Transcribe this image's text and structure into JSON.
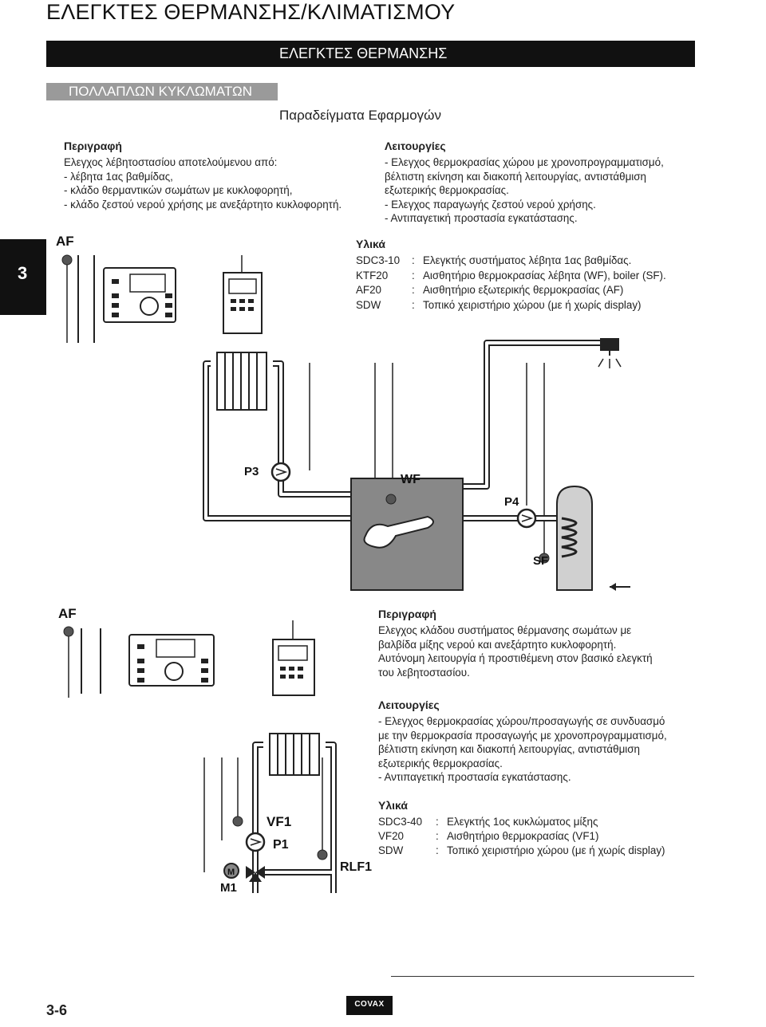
{
  "page": {
    "title": "ΕΛΕΓΚΤΕΣ ΘΕΡΜΑΝΣΗΣ/ΚΛΙΜΑΤΙΣΜΟΥ",
    "section": "ΕΛΕΓΚΤΕΣ ΘΕΡΜΑΝΣΗΣ",
    "subsection": "ΠΟΛΛΑΠΛΩΝ ΚΥΚΛΩΜΑΤΩΝ",
    "examples_title": "Παραδείγματα Εφαρμογών",
    "chapter": "3",
    "page_number": "3-6",
    "logo": "COVAX"
  },
  "example1": {
    "desc_heading": "Περιγραφή",
    "desc_lines": [
      "Ελεγχος λέβητοστασίου αποτελούμενου από:",
      "- λέβητα 1ας βαθμίδας,",
      "- κλάδο θερμαντικών σωμάτων με κυκλοφορητή,",
      "- κλάδο ζεστού νερού χρήσης με ανεξάρτητο κυκλοφορητή."
    ],
    "func_heading": "Λειτουργίες",
    "func_lines": [
      "- Ελεγχος θερμοκρασίας χώρου με χρονοπρογραμματισμό,",
      "βέλτιστη εκίνηση και διακοπή λειτουργίας, αντιστάθμιση",
      "εξωτερικής θερμοκρασίας.",
      "- Ελεγχος παραγωγής ζεστού νερού χρήσης.",
      "- Αντιπαγετική προστασία εγκατάστασης."
    ],
    "mat_heading": "Υλικά",
    "materials": [
      {
        "code": "SDC3-10",
        "sep": ":",
        "text": "Ελεγκτής συστήματος λέβητα 1ας βαθμίδας."
      },
      {
        "code": "KTF20",
        "sep": ":",
        "text": "Αισθητήριο θερμοκρασίας λέβητα (WF), boiler (SF)."
      },
      {
        "code": "AF20",
        "sep": ":",
        "text": "Αισθητήριο εξωτερικής θερμοκρασίας (AF)"
      },
      {
        "code": "SDW",
        "sep": ":",
        "text": "Τοπικό χειριστήριο χώρου (με ή χωρίς display)"
      }
    ],
    "labels": {
      "af": "AF",
      "p3": "P3",
      "wf": "WF",
      "p4": "P4",
      "sf": "SF"
    }
  },
  "example2": {
    "desc_heading": "Περιγραφή",
    "desc_lines": [
      "Ελεγχος κλάδου συστήματος θέρμανσης σωμάτων με",
      "βαλβίδα μίξης νερού και ανεξάρτητο κυκλοφορητή.",
      "Αυτόνομη λειτουργία ή προστιθέμενη στον βασικό ελεγκτή",
      "του λεβητοστασίου."
    ],
    "func_heading": "Λειτουργίες",
    "func_lines": [
      "- Ελεγχος θερμοκρασίας χώρου/προσαγωγής σε συνδυασμό",
      "με την θερμοκρασία προσαγωγής με χρονοπρογραμματισμό,",
      "βέλτιστη εκίνηση και διακοπή λειτουργίας, αντιστάθμιση",
      "εξωτερικής θερμοκρασίας.",
      "- Αντιπαγετική προστασία εγκατάστασης."
    ],
    "mat_heading": "Υλικά",
    "materials": [
      {
        "code": "SDC3-40",
        "sep": ":",
        "text": "Ελεγκτής 1ος κυκλώματος μίξης"
      },
      {
        "code": "VF20",
        "sep": ":",
        "text": "Αισθητήριο θερμοκρασίας (VF1)"
      },
      {
        "code": "SDW",
        "sep": ":",
        "text": "Τοπικό χειριστήριο χώρου (με ή χωρίς display)"
      }
    ],
    "labels": {
      "af": "AF",
      "vf1": "VF1",
      "p1": "P1",
      "m1": "M1",
      "m": "M",
      "rlf1": "RLF1"
    }
  }
}
